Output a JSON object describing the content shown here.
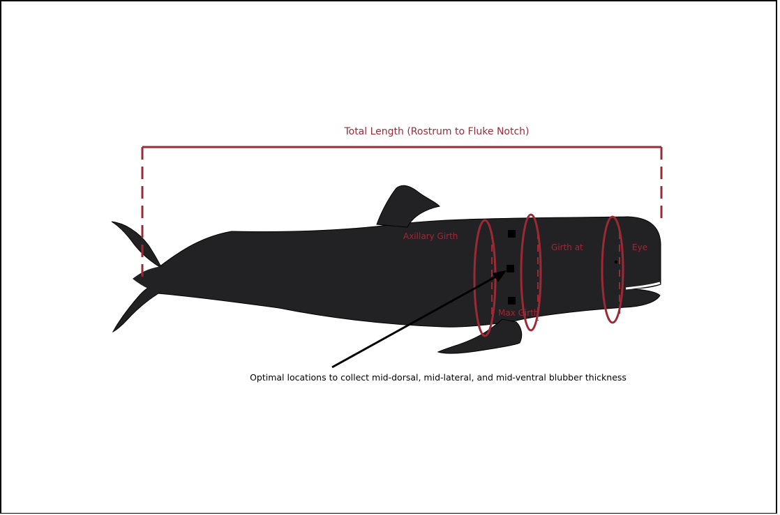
{
  "labels": {
    "total_length": "Total Length (Rostrum to Fluke Notch)",
    "axillary_girth": "Axillary Girth",
    "girth_at_eye_part1": "Girth at",
    "girth_at_eye_part2": "Eye",
    "max_girth": "Max Girth",
    "blubber_note": "Optimal locations to collect mid-dorsal, mid-lateral, and mid-ventral blubber thickness"
  },
  "colors": {
    "measurement": "#9b2a35",
    "whale": "#222225",
    "frame": "#000000",
    "background": "#ffffff"
  }
}
